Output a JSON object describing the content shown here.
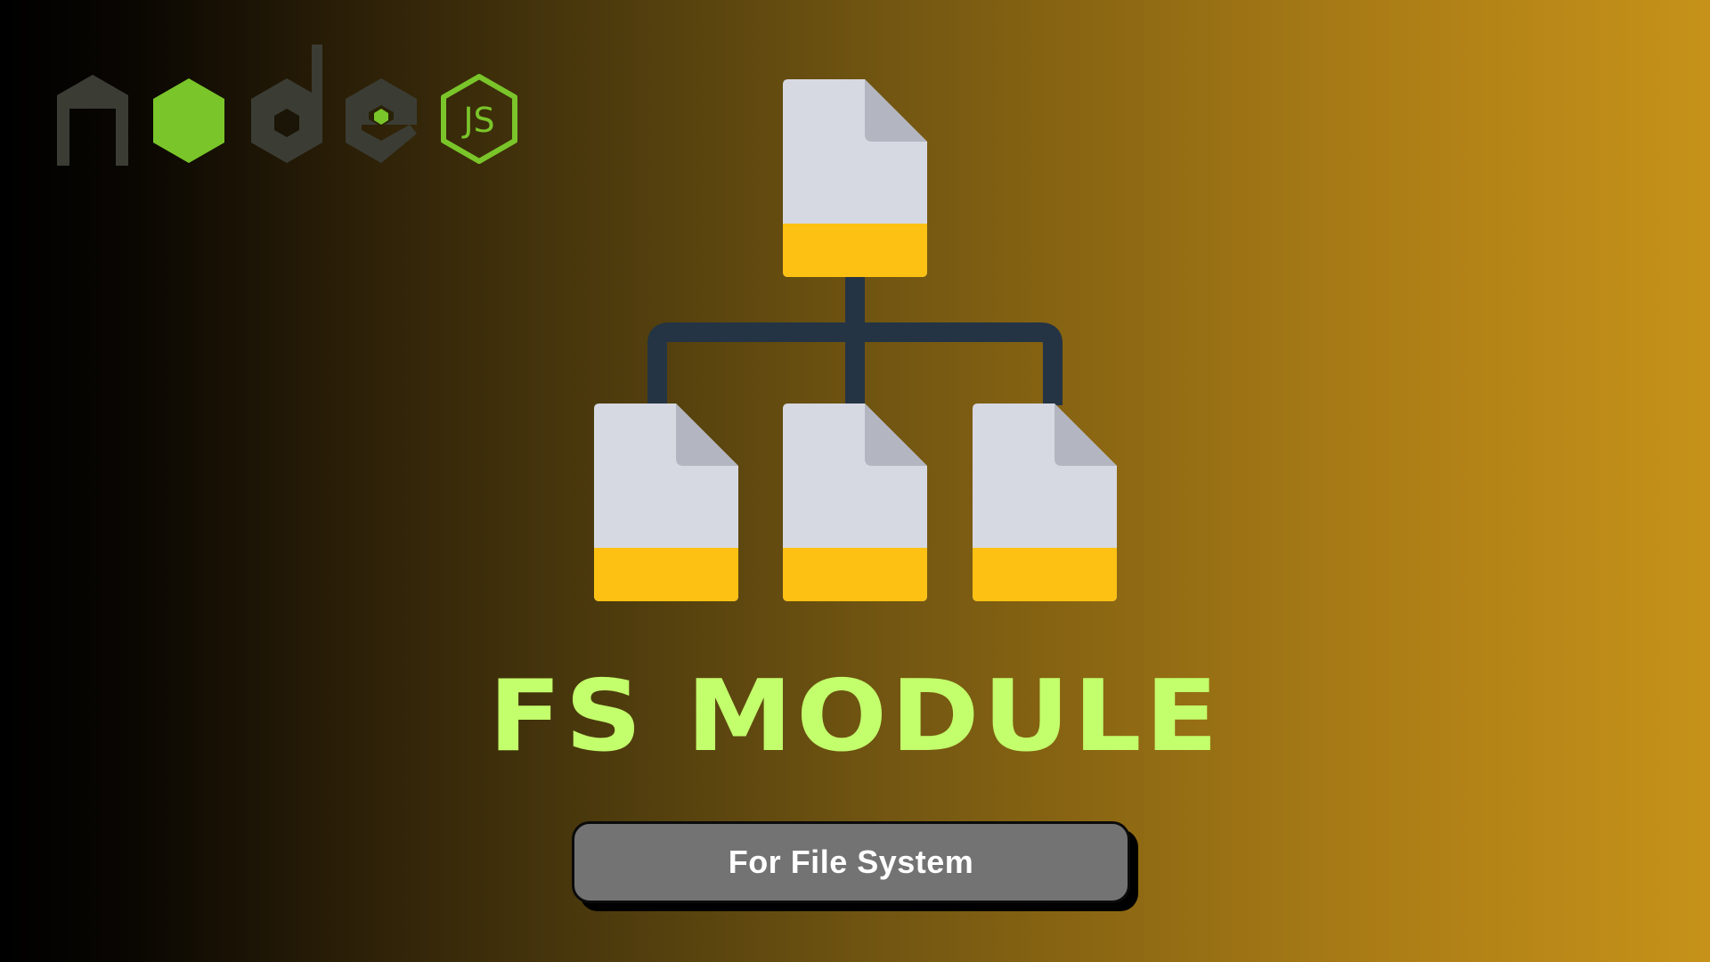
{
  "logo": {
    "wordmark": "node",
    "badge": "JS",
    "colors": {
      "dark_letters": "#3b3d35",
      "green": "#7ac52a"
    }
  },
  "title": "FS MODULE",
  "subtitle": "For File System",
  "colors": {
    "title": "#c3ff6c",
    "file_body": "#d7d9e2",
    "file_fold": "#b3b6c1",
    "file_band": "#fcc112",
    "connector": "#243444",
    "button": "#737373",
    "gradient_start": "#000000",
    "gradient_end": "#c69219"
  },
  "icons": [
    "file-icon",
    "file-icon",
    "file-icon",
    "file-icon"
  ]
}
